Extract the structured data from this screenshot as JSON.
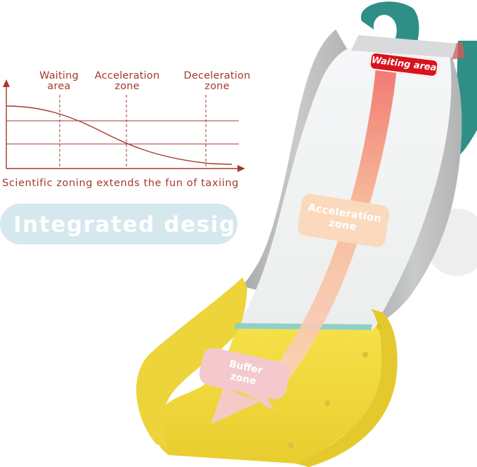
{
  "graph": {
    "label_waiting": "Waiting\narea",
    "label_acceleration": "Acceleration\nzone",
    "label_deceleration": "Deceleration\nzone",
    "caption": "Scientific zoning extends the fun of taxiing",
    "color": "#a33a2c"
  },
  "feature_badge": {
    "text": "Integrated design",
    "background": "#d4e8ee"
  },
  "slide_tags": {
    "waiting": "Waiting area",
    "acceleration": "Acceleration\nzone",
    "buffer": "Buffer\nzone"
  },
  "colors": {
    "slide_gray": "#b9b9b9",
    "slide_surface": "#f4f5f5",
    "base_yellow": "#f3dd3e",
    "handle_teal": "#2f8f86",
    "tag_red": "#d7141c"
  }
}
